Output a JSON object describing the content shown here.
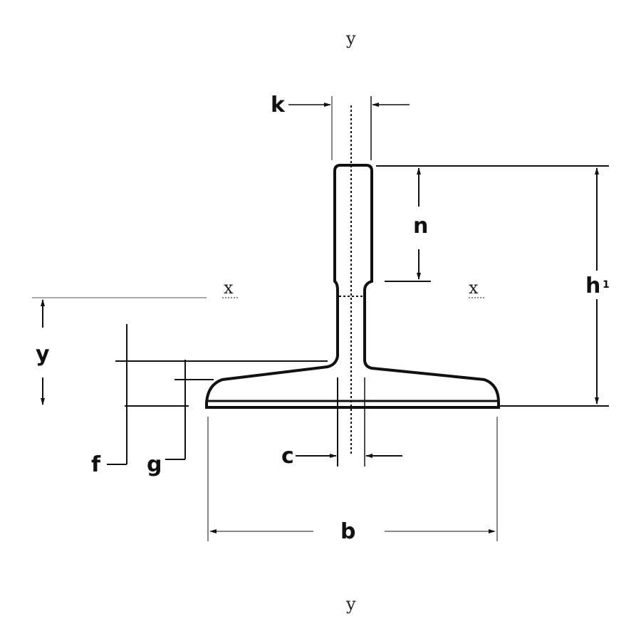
{
  "diagram": {
    "axis_labels": {
      "y_top": "y",
      "y_bottom": "y",
      "x_left": "x",
      "x_right": "x"
    },
    "dimensions": {
      "k": "k",
      "n": "n",
      "h": "h",
      "h_sub": "1",
      "y": "y",
      "f": "f",
      "g": "g",
      "c": "c",
      "b": "b"
    },
    "colors": {
      "line": "#111111"
    }
  }
}
